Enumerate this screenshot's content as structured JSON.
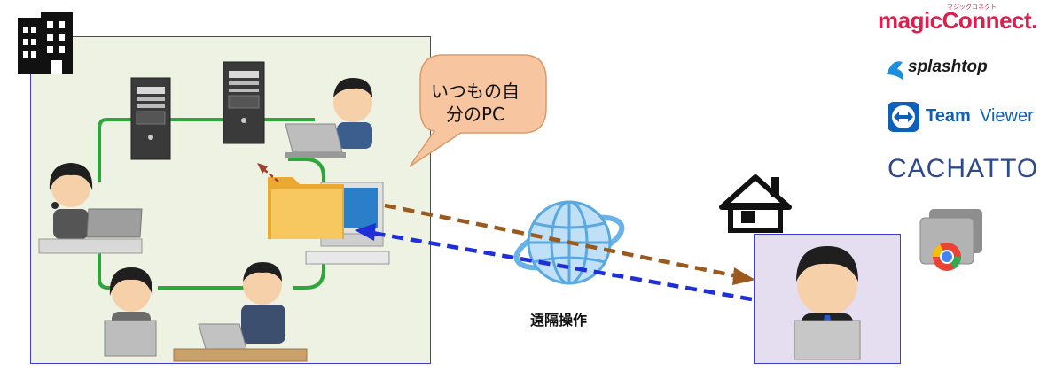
{
  "bubble": {
    "line1": "いつもの自",
    "line2": "分のPC"
  },
  "remote_label": "遠隔操作",
  "logos": {
    "magic_connect": "magicConnect.",
    "magic_connect_kana": "マジックコネクト",
    "splashtop": "splashtop",
    "teamviewer_bold": "Team",
    "teamviewer_light": "Viewer",
    "cachatto": "CACHATTO"
  },
  "icons": [
    "office-building-icon",
    "house-icon",
    "globe-icon",
    "folder-icon",
    "server-icon",
    "desktop-pc-icon",
    "laptop-icon",
    "chrome-remote-desktop-icon",
    "teamviewer-icon",
    "splashtop-icon"
  ],
  "colors": {
    "network_ring": "#2ea63c",
    "arrow_out": "#9a5a1e",
    "arrow_back": "#1f2fd6",
    "bubble": "#f7c6a0"
  }
}
